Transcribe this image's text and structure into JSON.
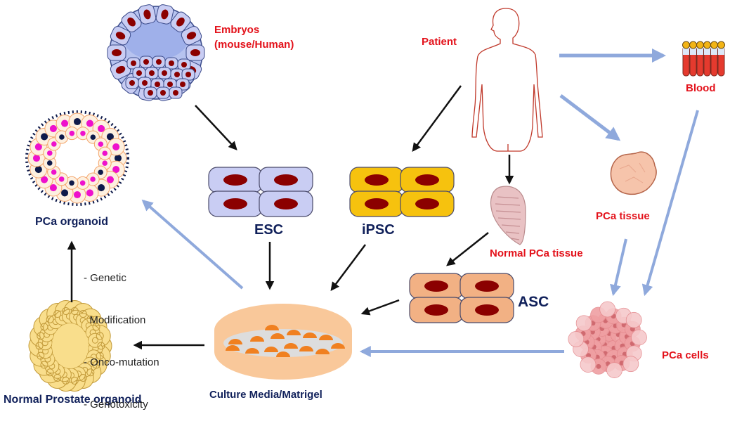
{
  "diagram": {
    "title": "Prostate cancer organoid generation workflow",
    "colors": {
      "label_red": "#e3121b",
      "label_navy": "#10205a",
      "arrow_black": "#111111",
      "arrow_blue": "#8fa9dc",
      "esc_cell": "#c9cdf3",
      "ipsc_cell": "#f6c20e",
      "asc_cell": "#f2b184",
      "nucleus": "#8b0000",
      "dish": "#f9c89a",
      "organoid_normal": "#f9de8c",
      "pca_cells": "#f0a0a2",
      "pca_tissue": "#f6c4ab",
      "magenta_nucleus": "#ee11cc",
      "dark_nucleus": "#0e1a4a"
    },
    "nodes": {
      "embryos": {
        "label_line1": "Embryos",
        "label_line2": "(mouse/Human)"
      },
      "patient": {
        "label": "Patient"
      },
      "blood": {
        "label": "Blood"
      },
      "pca_tissue": {
        "label": "PCa tissue"
      },
      "normal_pca_tissue": {
        "label": "Normal PCa tissue"
      },
      "pca_cells": {
        "label": "PCa cells"
      },
      "esc": {
        "label": "ESC"
      },
      "ipsc": {
        "label": "iPSC"
      },
      "asc": {
        "label": "ASC"
      },
      "culture": {
        "label": "Culture Media/Matrigel"
      },
      "normal_organoid": {
        "label": "Normal Prostate organoid"
      },
      "pca_organoid": {
        "label": "PCa organoid"
      }
    },
    "modification_notes": [
      "- Genetic",
      "  Modification",
      "- Onco-mutation",
      "- Genotoxicity"
    ],
    "edges": [
      {
        "from": "embryos",
        "to": "esc",
        "style": "black"
      },
      {
        "from": "patient",
        "to": "ipsc",
        "style": "black"
      },
      {
        "from": "patient",
        "to": "normal_pca_tissue",
        "style": "black"
      },
      {
        "from": "patient",
        "to": "blood",
        "style": "blue"
      },
      {
        "from": "patient",
        "to": "pca_tissue",
        "style": "blue"
      },
      {
        "from": "blood",
        "to": "pca_cells",
        "style": "blue"
      },
      {
        "from": "pca_tissue",
        "to": "pca_cells",
        "style": "blue"
      },
      {
        "from": "normal_pca_tissue",
        "to": "asc",
        "style": "black"
      },
      {
        "from": "esc",
        "to": "culture",
        "style": "black"
      },
      {
        "from": "ipsc",
        "to": "culture",
        "style": "black"
      },
      {
        "from": "asc",
        "to": "culture",
        "style": "black"
      },
      {
        "from": "pca_cells",
        "to": "culture",
        "style": "blue"
      },
      {
        "from": "culture",
        "to": "normal_organoid",
        "style": "black"
      },
      {
        "from": "normal_organoid",
        "to": "pca_organoid",
        "style": "black"
      },
      {
        "from": "culture",
        "to": "pca_organoid",
        "style": "blue"
      }
    ]
  }
}
